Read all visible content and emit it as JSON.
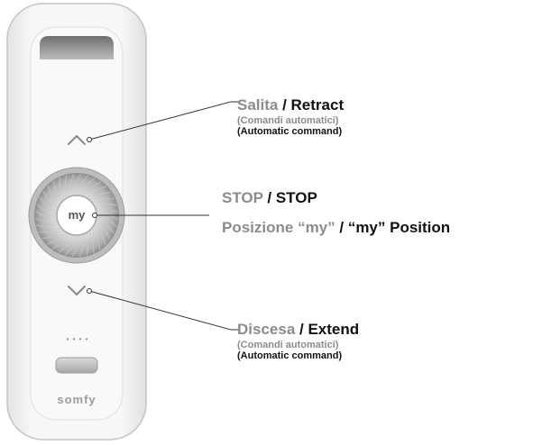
{
  "remote": {
    "my_button_label": "my",
    "dots": "•  •  •  •",
    "brand": "somfy",
    "up_icon": "chevron-up-icon",
    "down_icon": "chevron-down-icon"
  },
  "callouts": {
    "up": {
      "it": "Salita",
      "sep": " / ",
      "en": "Retract",
      "sub_it": "(Comandi automatici)",
      "sub_en": "(Automatic command)"
    },
    "stop": {
      "it": "STOP",
      "sep": " / ",
      "en": "STOP",
      "line2_it": "Posizione “my”",
      "line2_sep": " / ",
      "line2_en": "“my” Position"
    },
    "down": {
      "it": "Discesa",
      "sep": " / ",
      "en": "Extend",
      "sub_it": "(Comandi automatici)",
      "sub_en": "(Automatic command)"
    }
  },
  "colors": {
    "italian_text": "#8c8c8c",
    "english_text": "#111111",
    "ring": "#a9a9a9",
    "body": "#f2f2f2"
  }
}
